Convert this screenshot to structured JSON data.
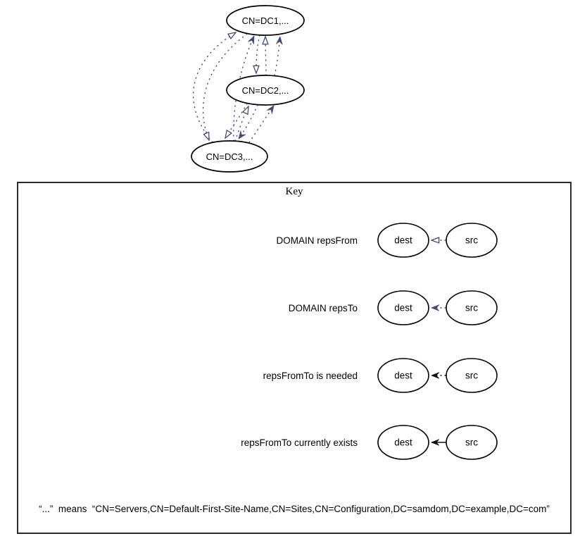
{
  "diagram": {
    "nodes": [
      {
        "label": "CN=DC1,..."
      },
      {
        "label": "CN=DC2,..."
      },
      {
        "label": "CN=DC3,..."
      }
    ],
    "edges": [
      {
        "from": "CN=DC3,...",
        "to": "CN=DC1,...",
        "kind": "repsFrom"
      },
      {
        "from": "CN=DC1,...",
        "to": "CN=DC3,...",
        "kind": "repsFrom"
      },
      {
        "from": "CN=DC3,...",
        "to": "CN=DC1,...",
        "kind": "repsTo"
      },
      {
        "from": "CN=DC1,...",
        "to": "CN=DC2,...",
        "kind": "repsFrom"
      },
      {
        "from": "CN=DC2,...",
        "to": "CN=DC1,...",
        "kind": "repsFrom"
      },
      {
        "from": "CN=DC2,...",
        "to": "CN=DC1,...",
        "kind": "repsTo"
      },
      {
        "from": "CN=DC2,...",
        "to": "CN=DC3,...",
        "kind": "repsFrom"
      },
      {
        "from": "CN=DC2,...",
        "to": "CN=DC3,...",
        "kind": "repsTo"
      },
      {
        "from": "CN=DC3,...",
        "to": "CN=DC2,...",
        "kind": "repsFrom"
      },
      {
        "from": "CN=DC3,...",
        "to": "CN=DC2,...",
        "kind": "repsTo"
      }
    ]
  },
  "key": {
    "title": "Key",
    "rows": [
      {
        "label": "DOMAIN repsFrom",
        "dest": "dest",
        "src": "src",
        "arrow": "hollow-blue-dotted"
      },
      {
        "label": "DOMAIN repsTo",
        "dest": "dest",
        "src": "src",
        "arrow": "filled-blue-dotted"
      },
      {
        "label": "repsFromTo is needed",
        "dest": "dest",
        "src": "src",
        "arrow": "filled-black-dotted"
      },
      {
        "label": "repsFromTo currently exists",
        "dest": "dest",
        "src": "src",
        "arrow": "filled-black-solid"
      }
    ],
    "footnote": "“...”  means  “CN=Servers,CN=Default-First-Site-Name,CN=Sites,CN=Configuration,DC=samdom,DC=example,DC=com”"
  },
  "colors": {
    "edge_blue": "#3e4c7d",
    "node_stroke": "#000000",
    "key_border": "#2d2d2d",
    "background": "#ffffff"
  }
}
